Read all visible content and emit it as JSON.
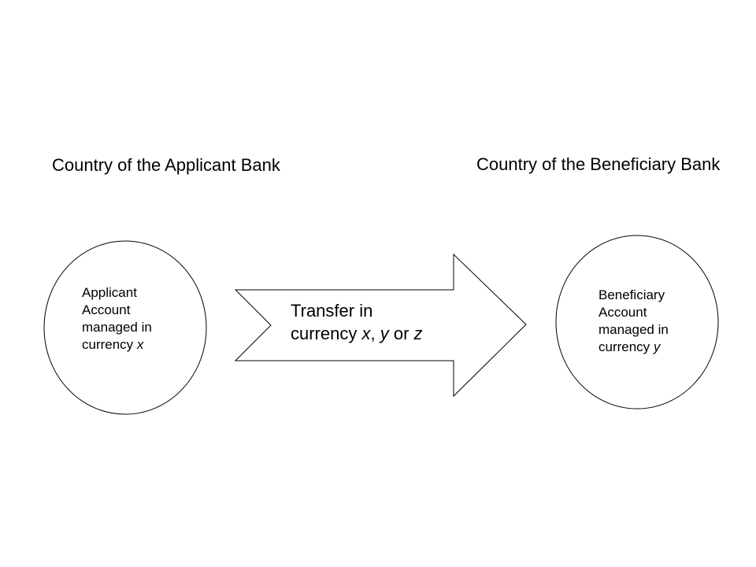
{
  "applicant_side": {
    "country_label": "Country of the Applicant Bank",
    "account": {
      "lines": [
        "Applicant",
        "Account",
        "managed in"
      ],
      "currency_prefix": "currency ",
      "currency_var": "x"
    }
  },
  "beneficiary_side": {
    "country_label": "Country of the Beneficiary Bank",
    "account": {
      "lines": [
        "Beneficiary",
        "Account",
        "managed in"
      ],
      "currency_prefix": "currency ",
      "currency_var": "y"
    }
  },
  "transfer": {
    "line1": "Transfer in",
    "prefix": "currency ",
    "var1": "x",
    "sep1": ", ",
    "var2": "y",
    "mid": " or ",
    "var3": "z"
  },
  "colors": {
    "stroke": "#000000",
    "fill": "#ffffff"
  }
}
